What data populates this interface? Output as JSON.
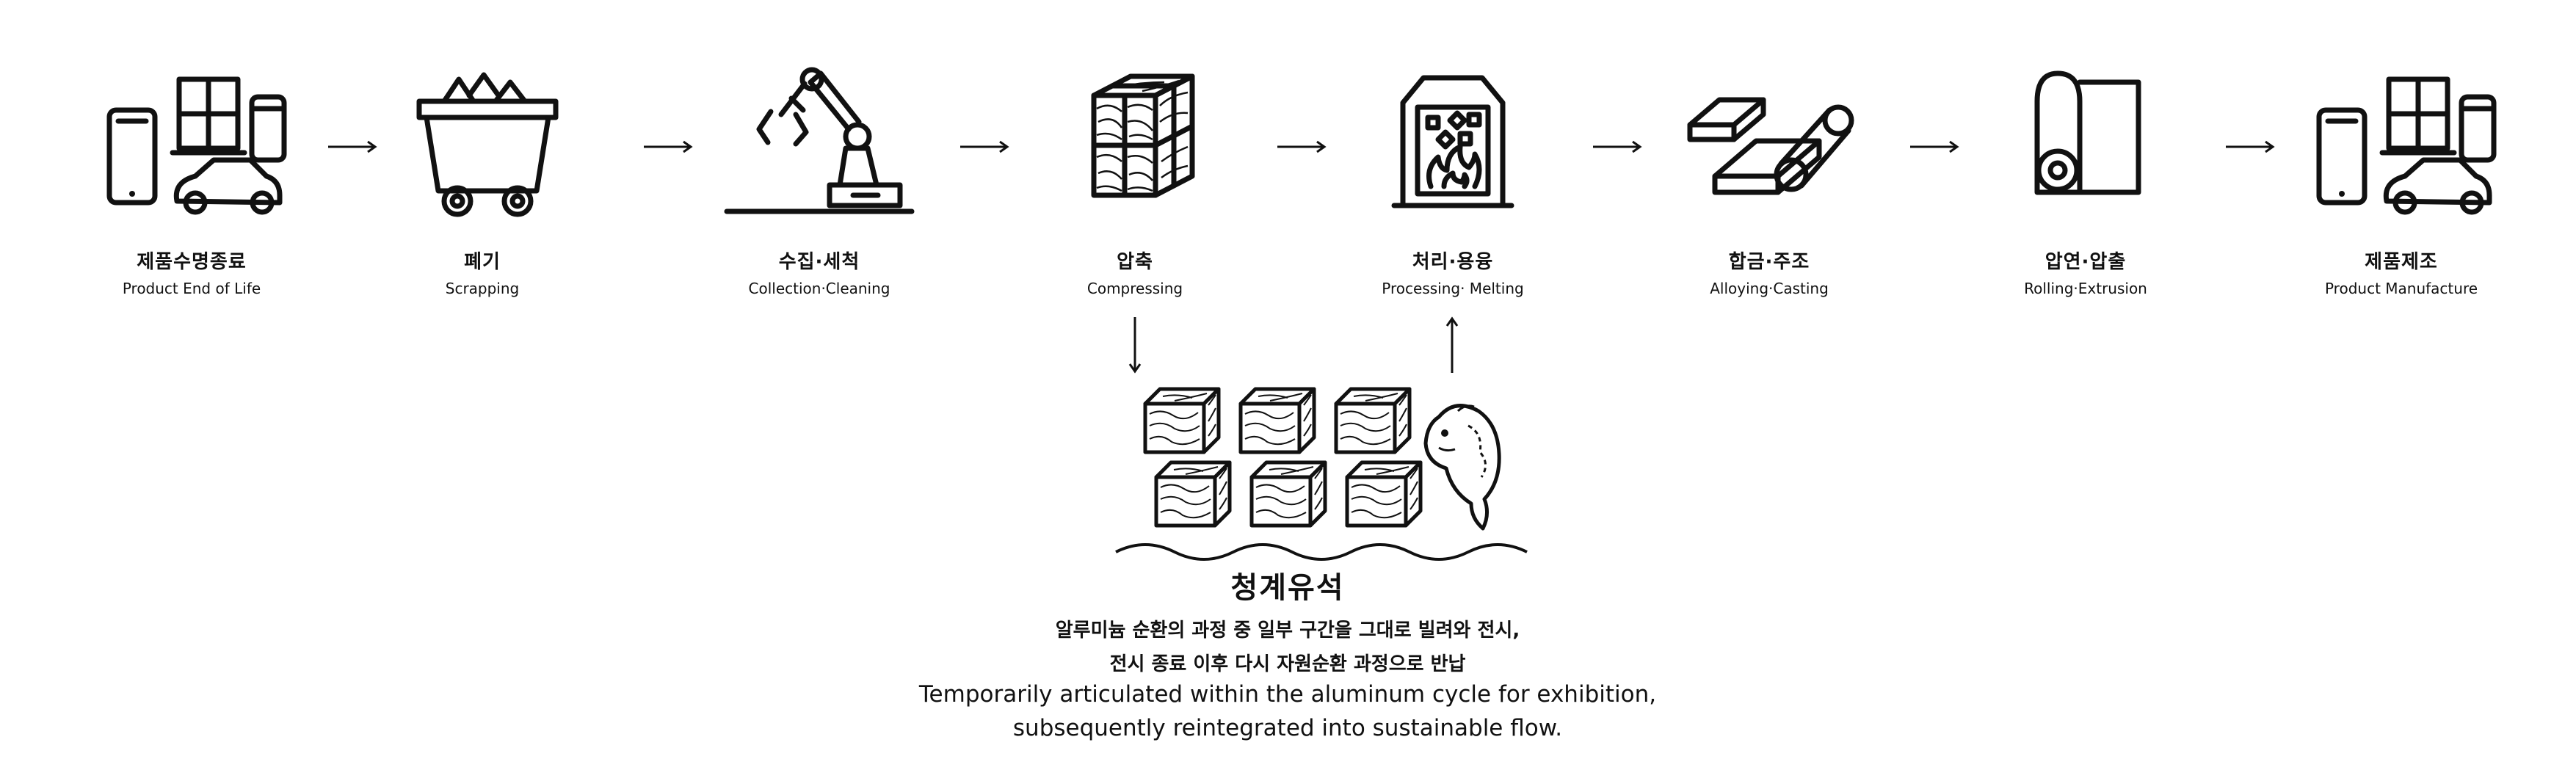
{
  "steps": [
    {
      "ko": "제품수명종료",
      "en": "Product End of Life",
      "icon": "product-devices-icon"
    },
    {
      "ko": "폐기",
      "en": "Scrapping",
      "icon": "scrap-cart-icon"
    },
    {
      "ko": "수집·세척",
      "en": "Collection·Cleaning",
      "icon": "robot-arm-icon"
    },
    {
      "ko": "압축",
      "en": "Compressing",
      "icon": "compressed-cube-icon"
    },
    {
      "ko": "처리·용융",
      "en": "Processing· Melting",
      "icon": "furnace-icon"
    },
    {
      "ko": "합금·주조",
      "en": "Alloying·Casting",
      "icon": "ingots-icon"
    },
    {
      "ko": "압연·압출",
      "en": "Rolling·Extrusion",
      "icon": "rolled-sheet-icon"
    },
    {
      "ko": "제품제조",
      "en": "Product Manufacture",
      "icon": "product-devices-icon"
    }
  ],
  "arrow_symbol": "→",
  "detour": {
    "title": "청계유석",
    "desc_ko": [
      "알루미늄 순환의 과정 중 일부 구간을 그대로 빌려와 전시,",
      "전시 종료 이후 다시 자원순환 과정으로 반납"
    ],
    "desc_en": [
      "Temporarily articulated within the aluminum cycle for exhibition,",
      "subsequently reintegrated into sustainable flow."
    ],
    "icons": [
      "aluminum-block-icon",
      "koi-fish-icon",
      "water-wave-icon"
    ]
  }
}
